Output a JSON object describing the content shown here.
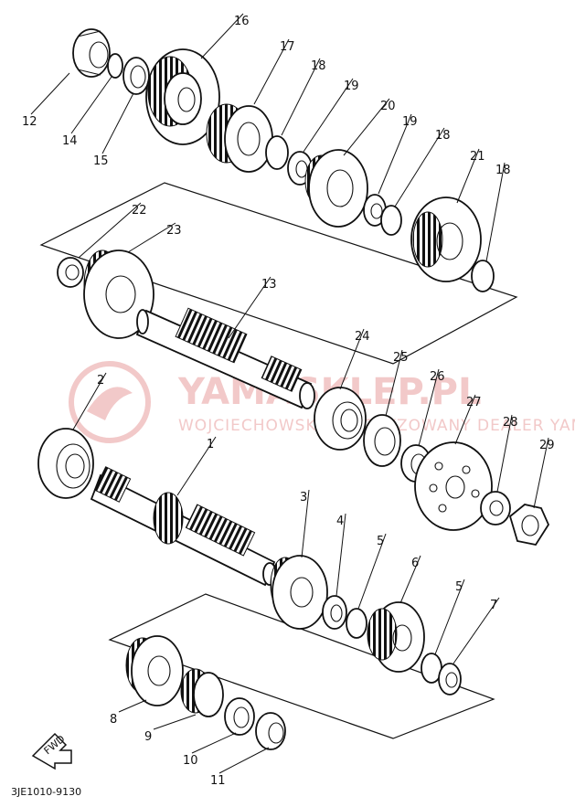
{
  "diagram": {
    "watermark": {
      "main": "YAMASKLEP.PL",
      "sub": "WOJCIECHOWSKI AUTORYZOWANY DEALER YAMAHA"
    },
    "drawing_code": "3JE1010-9130",
    "fwd_label": "FWD",
    "callouts": [
      {
        "id": "1",
        "label": "1"
      },
      {
        "id": "2",
        "label": "2"
      },
      {
        "id": "3",
        "label": "3"
      },
      {
        "id": "4",
        "label": "4"
      },
      {
        "id": "5a",
        "label": "5"
      },
      {
        "id": "5b",
        "label": "5"
      },
      {
        "id": "6",
        "label": "6"
      },
      {
        "id": "7",
        "label": "7"
      },
      {
        "id": "8",
        "label": "8"
      },
      {
        "id": "9",
        "label": "9"
      },
      {
        "id": "10",
        "label": "10"
      },
      {
        "id": "11",
        "label": "11"
      },
      {
        "id": "12",
        "label": "12"
      },
      {
        "id": "13",
        "label": "13"
      },
      {
        "id": "14",
        "label": "14"
      },
      {
        "id": "15",
        "label": "15"
      },
      {
        "id": "16",
        "label": "16"
      },
      {
        "id": "17",
        "label": "17"
      },
      {
        "id": "18a",
        "label": "18"
      },
      {
        "id": "18b",
        "label": "18"
      },
      {
        "id": "18c",
        "label": "18"
      },
      {
        "id": "19a",
        "label": "19"
      },
      {
        "id": "19b",
        "label": "19"
      },
      {
        "id": "20",
        "label": "20"
      },
      {
        "id": "21",
        "label": "21"
      },
      {
        "id": "22",
        "label": "22"
      },
      {
        "id": "23",
        "label": "23"
      },
      {
        "id": "24",
        "label": "24"
      },
      {
        "id": "25",
        "label": "25"
      },
      {
        "id": "26",
        "label": "26"
      },
      {
        "id": "27",
        "label": "27"
      },
      {
        "id": "28",
        "label": "28"
      },
      {
        "id": "29",
        "label": "29"
      }
    ]
  }
}
